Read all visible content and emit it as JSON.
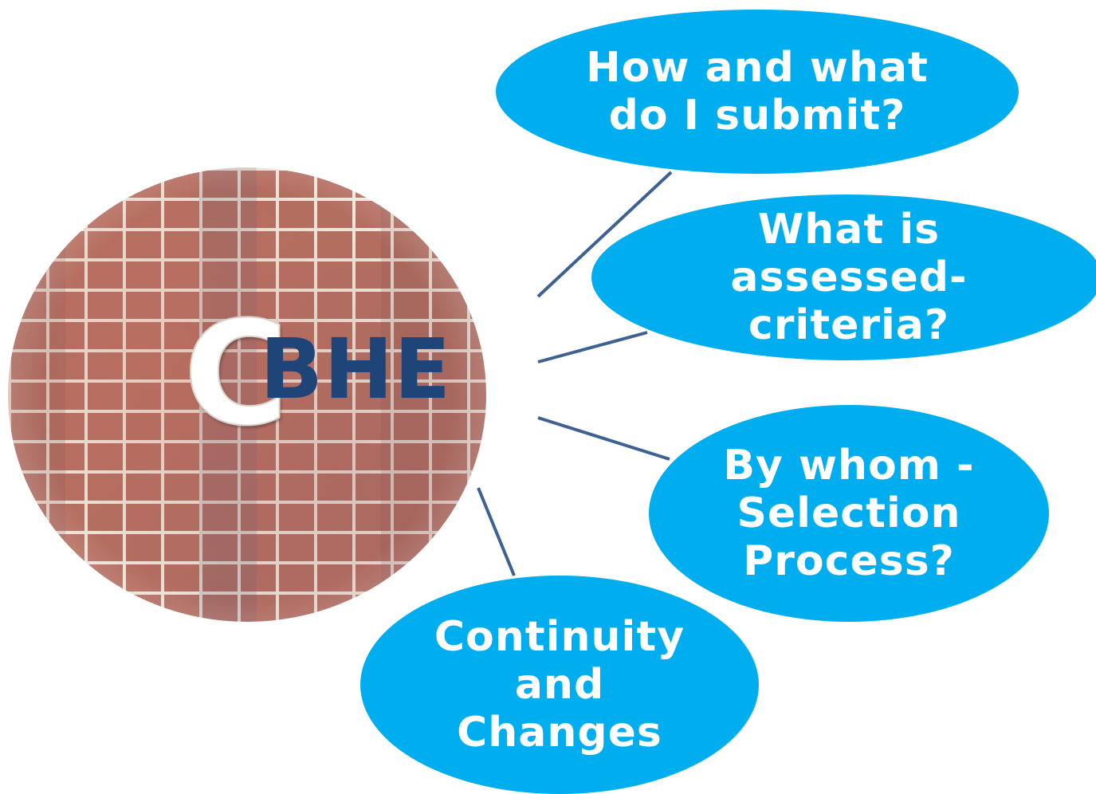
{
  "hub": {
    "letter": "C",
    "label": "BHE"
  },
  "topics": [
    {
      "id": "submission",
      "lines": [
        "How and what",
        "do I submit?"
      ]
    },
    {
      "id": "criteria",
      "lines": [
        "What is",
        "assessed-",
        "criteria?"
      ]
    },
    {
      "id": "selection",
      "lines": [
        "By whom -",
        "Selection",
        "Process?"
      ]
    },
    {
      "id": "continuity",
      "lines": [
        "Continuity",
        "and",
        "Changes"
      ]
    }
  ],
  "colors": {
    "bubble": "#00aeef",
    "bubble_text": "#ffffff",
    "hub_label": "#1f4478",
    "connector": "#3d6192"
  }
}
